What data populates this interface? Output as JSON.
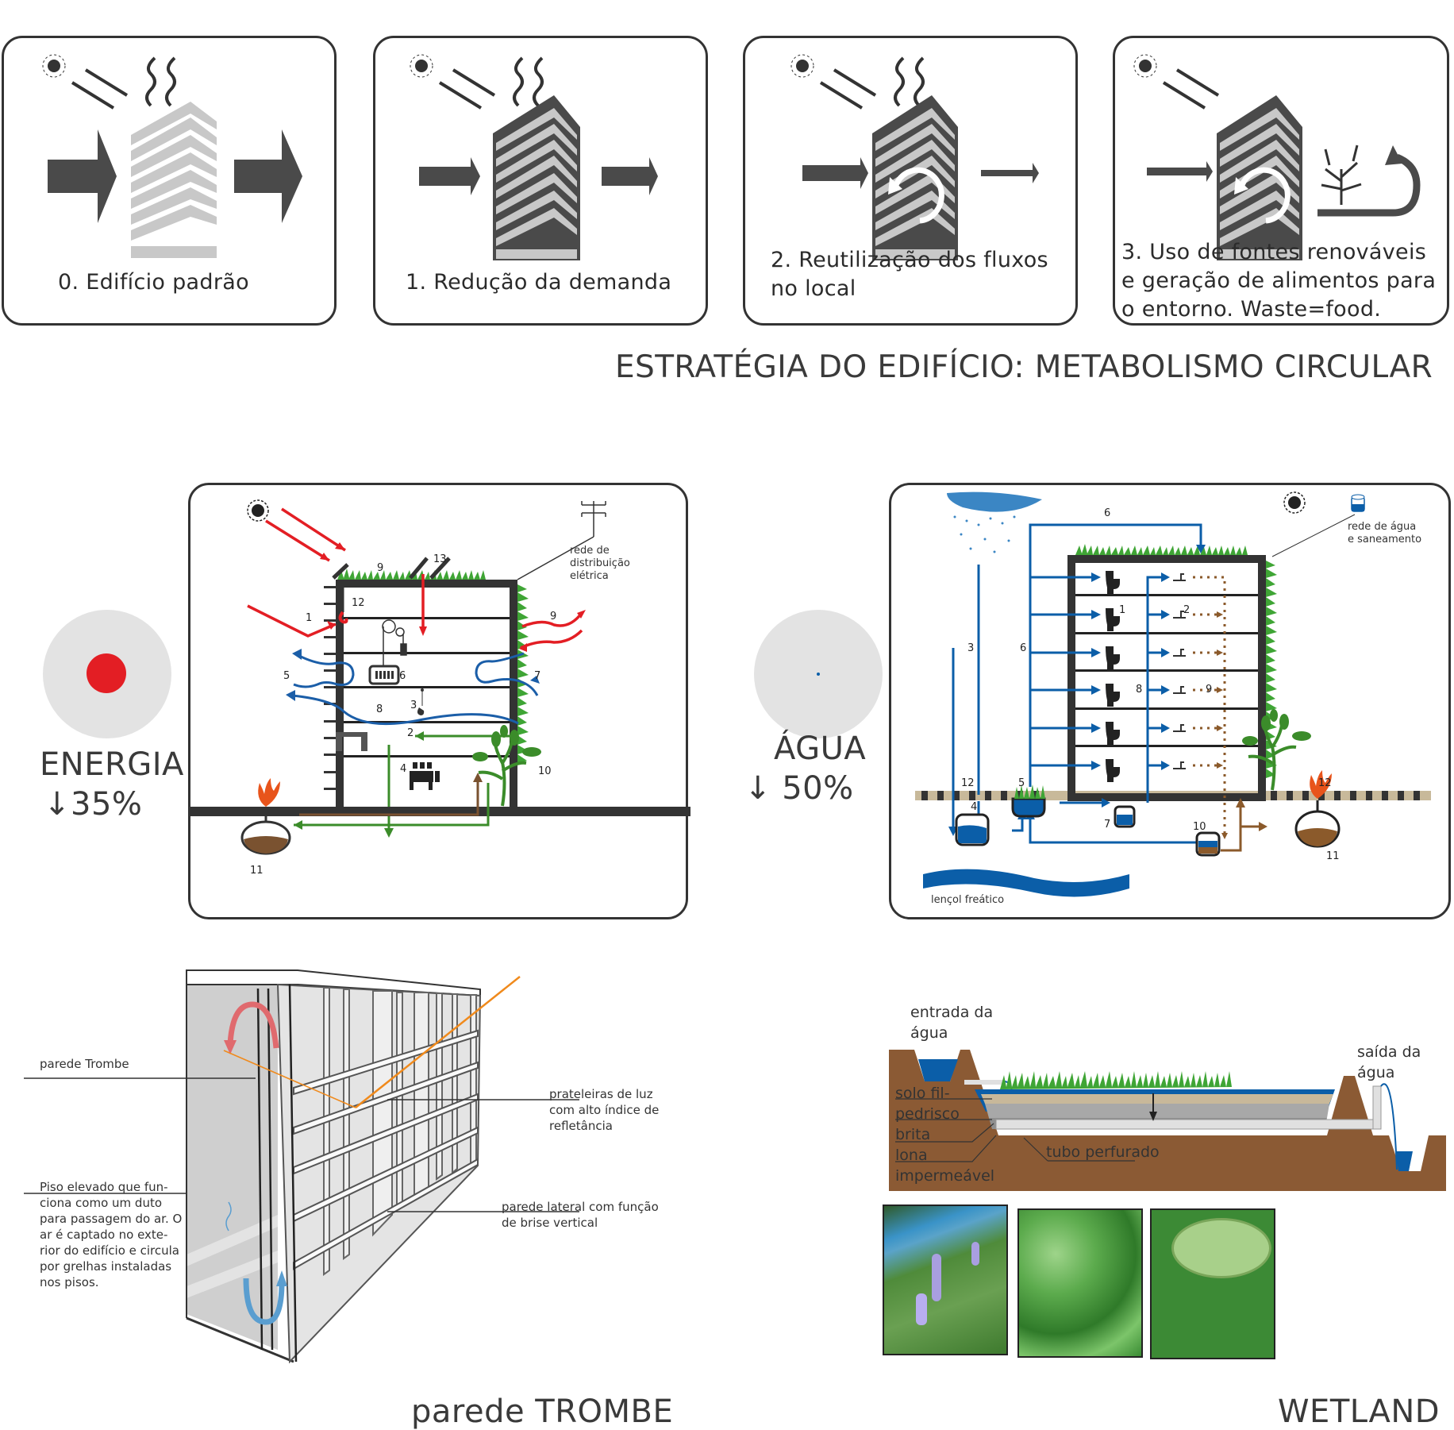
{
  "strategy": {
    "title": "ESTRATÉGIA DO EDIFÍCIO: METABOLISMO CIRCULAR",
    "steps": [
      {
        "label": "0. Edifício padrão"
      },
      {
        "label": "1. Redução da demanda"
      },
      {
        "label": "2. Reutilização dos fluxos no local"
      },
      {
        "label": "3. Uso de fontes renováveis e geração de alimentos  para o entorno. Waste=food."
      }
    ]
  },
  "energy": {
    "title": "ENERGIA",
    "reduction": "↓35%",
    "reduction_percent": 35,
    "accent_color": "#e31e24",
    "grid_label": [
      "rede de",
      "distribuição",
      "elétrica"
    ],
    "numbers": [
      "1",
      "2",
      "3",
      "4",
      "5",
      "6",
      "7",
      "8",
      "9",
      "9",
      "10",
      "11",
      "12",
      "13"
    ]
  },
  "water": {
    "title": "ÁGUA",
    "reduction": "↓ 50%",
    "reduction_percent": 50,
    "accent_color": "#0b5ea8",
    "network_label": [
      "rede de água",
      "e saneamento"
    ],
    "groundwater_label": "lençol freático",
    "numbers": [
      "1",
      "2",
      "3",
      "4",
      "5",
      "6",
      "6",
      "7",
      "8",
      "9",
      "10",
      "11",
      "12",
      "12"
    ]
  },
  "trombe": {
    "title": "parede TROMBE",
    "labels": {
      "wall": "parede Trombe",
      "shelves": [
        "prateleiras de luz",
        "com alto índice de",
        "refletância"
      ],
      "floor": [
        "Piso elevado que fun-",
        "ciona como um duto",
        "para passagem do ar. O",
        "ar é captado no exte-",
        "rior do edifício e circula",
        "por grelhas instaladas",
        "nos pisos."
      ],
      "side_wall": [
        "parede lateral com função",
        "de brise vertical"
      ]
    }
  },
  "wetland": {
    "title": "WETLAND",
    "inlet": [
      "entrada da",
      "água"
    ],
    "outlet": [
      "saída da",
      "água"
    ],
    "layers": [
      "solo fil-",
      "pedrisco",
      "brita",
      "lona",
      "impermeável"
    ],
    "pipe": "tubo perfurado"
  }
}
